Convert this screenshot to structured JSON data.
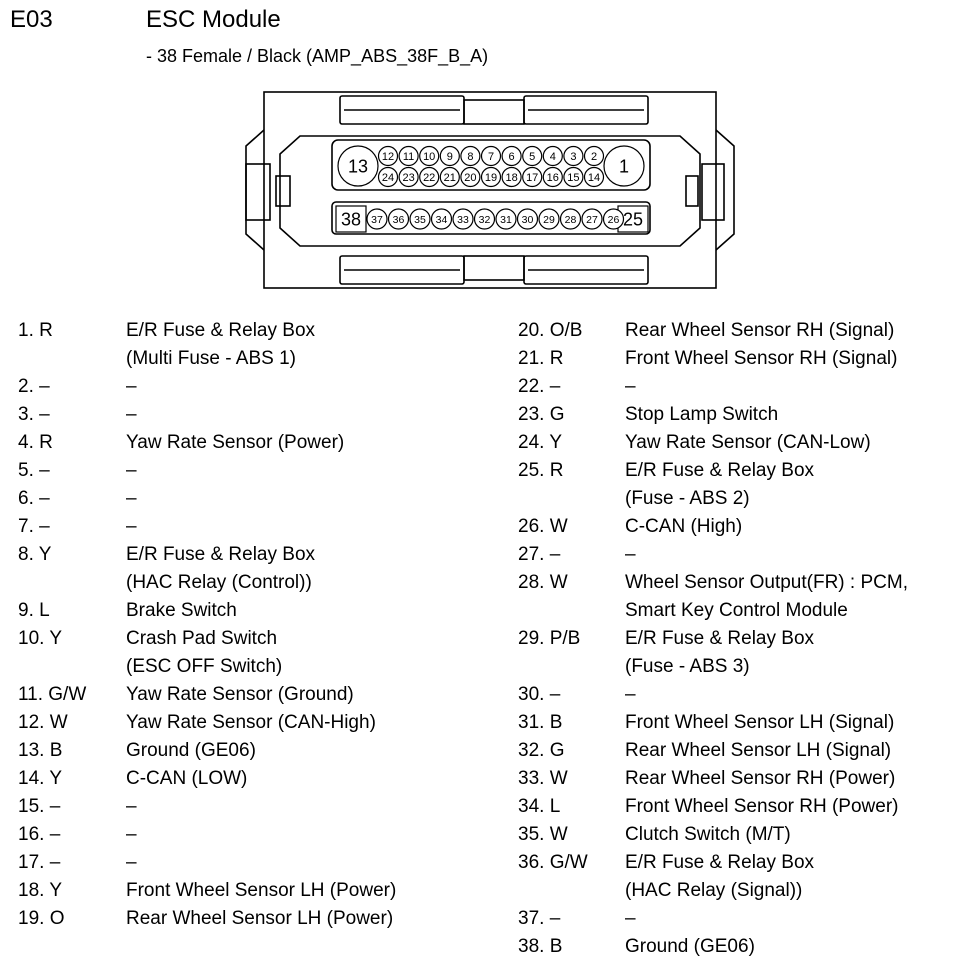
{
  "header": {
    "code": "E03",
    "title": "ESC Module",
    "subtitle": "- 38 Female / Black (AMP_ABS_38F_B_A)"
  },
  "connector": {
    "row1": [
      "12",
      "11",
      "10",
      "9",
      "8",
      "7",
      "6",
      "5",
      "4",
      "3",
      "2"
    ],
    "row2": [
      "24",
      "23",
      "22",
      "21",
      "20",
      "19",
      "18",
      "17",
      "16",
      "15",
      "14"
    ],
    "row3": [
      "37",
      "36",
      "35",
      "34",
      "33",
      "32",
      "31",
      "30",
      "29",
      "28",
      "27",
      "26"
    ],
    "big_left_top": "13",
    "big_right_top": "1",
    "big_left_bottom": "38",
    "big_right_bottom": "25"
  },
  "pins_left": [
    {
      "pin": "1. R",
      "desc": "E/R Fuse & Relay Box",
      "cont": "(Multi Fuse - ABS 1)"
    },
    {
      "pin": "2. –",
      "desc": "–"
    },
    {
      "pin": "3. –",
      "desc": "–"
    },
    {
      "pin": "4. R",
      "desc": "Yaw Rate Sensor (Power)"
    },
    {
      "pin": "5. –",
      "desc": "–"
    },
    {
      "pin": "6. –",
      "desc": "–"
    },
    {
      "pin": "7. –",
      "desc": "–"
    },
    {
      "pin": "8. Y",
      "desc": "E/R Fuse & Relay Box",
      "cont": "(HAC Relay (Control))"
    },
    {
      "pin": "9. L",
      "desc": "Brake Switch"
    },
    {
      "pin": "10. Y",
      "desc": "Crash Pad Switch",
      "cont": "(ESC OFF Switch)"
    },
    {
      "pin": "11. G/W",
      "desc": "Yaw Rate Sensor (Ground)"
    },
    {
      "pin": "12. W",
      "desc": "Yaw Rate Sensor (CAN-High)"
    },
    {
      "pin": "13. B",
      "desc": "Ground (GE06)"
    },
    {
      "pin": "14. Y",
      "desc": "C-CAN (LOW)"
    },
    {
      "pin": "15. –",
      "desc": "–"
    },
    {
      "pin": "16. –",
      "desc": "–"
    },
    {
      "pin": "17. –",
      "desc": "–"
    },
    {
      "pin": "18. Y",
      "desc": "Front Wheel Sensor LH (Power)"
    },
    {
      "pin": "19. O",
      "desc": "Rear Wheel Sensor LH (Power)"
    }
  ],
  "pins_right": [
    {
      "pin": "20. O/B",
      "desc": "Rear Wheel Sensor RH (Signal)"
    },
    {
      "pin": "21. R",
      "desc": "Front Wheel Sensor RH (Signal)"
    },
    {
      "pin": "22. –",
      "desc": "–"
    },
    {
      "pin": "23. G",
      "desc": "Stop Lamp Switch"
    },
    {
      "pin": "24. Y",
      "desc": "Yaw Rate Sensor (CAN-Low)"
    },
    {
      "pin": "25. R",
      "desc": "E/R Fuse & Relay Box",
      "cont": "(Fuse - ABS 2)"
    },
    {
      "pin": "26. W",
      "desc": "C-CAN (High)"
    },
    {
      "pin": "27. –",
      "desc": "–"
    },
    {
      "pin": "28. W",
      "desc": "Wheel Sensor Output(FR) : PCM,",
      "cont": "Smart Key Control Module"
    },
    {
      "pin": "29. P/B",
      "desc": "E/R Fuse & Relay Box",
      "cont": "(Fuse - ABS 3)"
    },
    {
      "pin": "30. –",
      "desc": "–"
    },
    {
      "pin": "31. B",
      "desc": "Front Wheel Sensor LH (Signal)"
    },
    {
      "pin": "32. G",
      "desc": "Rear Wheel Sensor LH (Signal)"
    },
    {
      "pin": "33. W",
      "desc": "Rear Wheel Sensor RH (Power)"
    },
    {
      "pin": "34. L",
      "desc": "Front Wheel Sensor RH (Power)"
    },
    {
      "pin": "35. W",
      "desc": "Clutch Switch (M/T)"
    },
    {
      "pin": "36. G/W",
      "desc": "E/R Fuse & Relay Box",
      "cont": "(HAC Relay (Signal))"
    },
    {
      "pin": "37. –",
      "desc": "–"
    },
    {
      "pin": "38. B",
      "desc": "Ground (GE06)"
    }
  ]
}
